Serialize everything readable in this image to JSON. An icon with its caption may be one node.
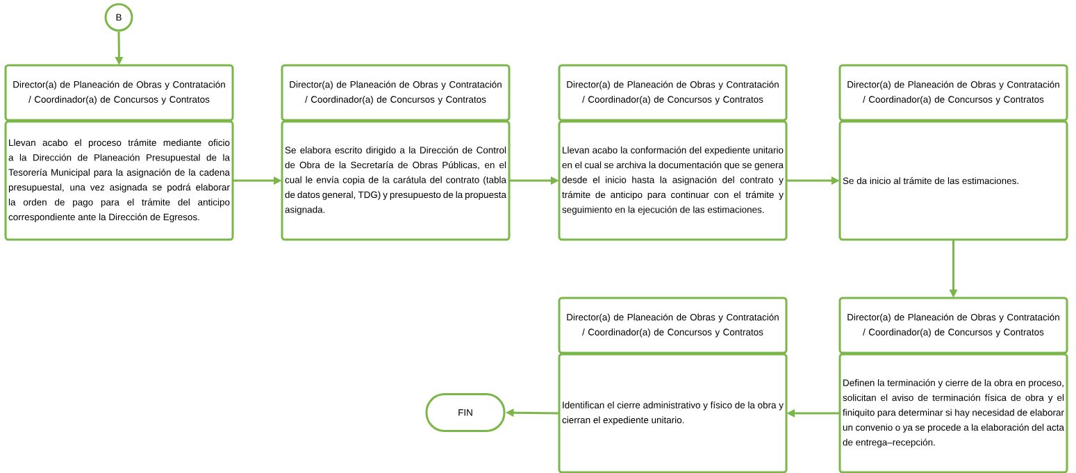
{
  "diagram": {
    "nodes": [
      {
        "text": [
          "B"
        ]
      },
      {
        "text": [
          "Director(a) de Planeación de Obras y Contratación / Coordinador(a) de Concursos y Contratos",
          "Llevan acabo el proceso trámite mediante oficio a la Dirección de Planeación Presupuestal de la Tesorería Municipal para la asignación de la cadena presupuestal, una vez asignada se podrá elaborar la orden de pago para el trámite del anticipo correspondiente ante la Dirección de Egresos."
        ]
      },
      {
        "text": [
          "Director(a) de Planeación de Obras y Contratación / Coordinador(a) de Concursos y Contratos",
          "Se elabora escrito dirigido a la Dirección de Control de Obra de la Secretaría de Obras Públicas, en el cual le envía copia de la carátula del contrato (tabla de datos general, TDG) y presupuesto de la propuesta asignada."
        ]
      },
      {
        "text": [
          "Director(a) de Planeación de Obras y Contratación / Coordinador(a) de Concursos y Contratos",
          "Llevan acabo la conformación del expediente unitario en el cual se archiva la documentación que se genera desde el inicio hasta la asignación del contrato y trámite de anticipo para continuar con el trámite y seguimiento en la ejecución de las estimaciones."
        ]
      },
      {
        "text": [
          "Director(a) de Planeación de Obras y Contratación / Coordinador(a) de Concursos y Contratos",
          "Se da inicio al trámite de las estimaciones."
        ]
      },
      {
        "text": [
          "Director(a) de Planeación de Obras y Contratación / Coordinador(a) de Concursos y Contratos",
          "Definen la terminación y cierre de la obra en proceso, solicitan el aviso de terminación física de obra y el finiquito para determinar si hay necesidad de elaborar un convenio o ya se procede a la elaboración del acta de entrega–recepción."
        ]
      },
      {
        "text": [
          "Director(a) de Planeación de Obras y Contratación / Coordinador(a) de Concursos y Contratos",
          "Identifican el cierre administrativo y físico de la obra y cierran el expediente unitario."
        ]
      },
      {
        "text": [
          "FIN"
        ]
      }
    ],
    "edges": [
      {
        "from": 0,
        "to": 1,
        "arrow": "to"
      },
      {
        "from": 1,
        "to": 2,
        "arrow": "to"
      },
      {
        "from": 2,
        "to": 3,
        "arrow": "to"
      },
      {
        "from": 3,
        "to": 4,
        "arrow": "to"
      },
      {
        "from": 4,
        "to": 5,
        "arrow": "to"
      },
      {
        "from": 5,
        "to": 6,
        "arrow": "to"
      },
      {
        "from": 6,
        "to": 7,
        "arrow": "to"
      }
    ]
  }
}
